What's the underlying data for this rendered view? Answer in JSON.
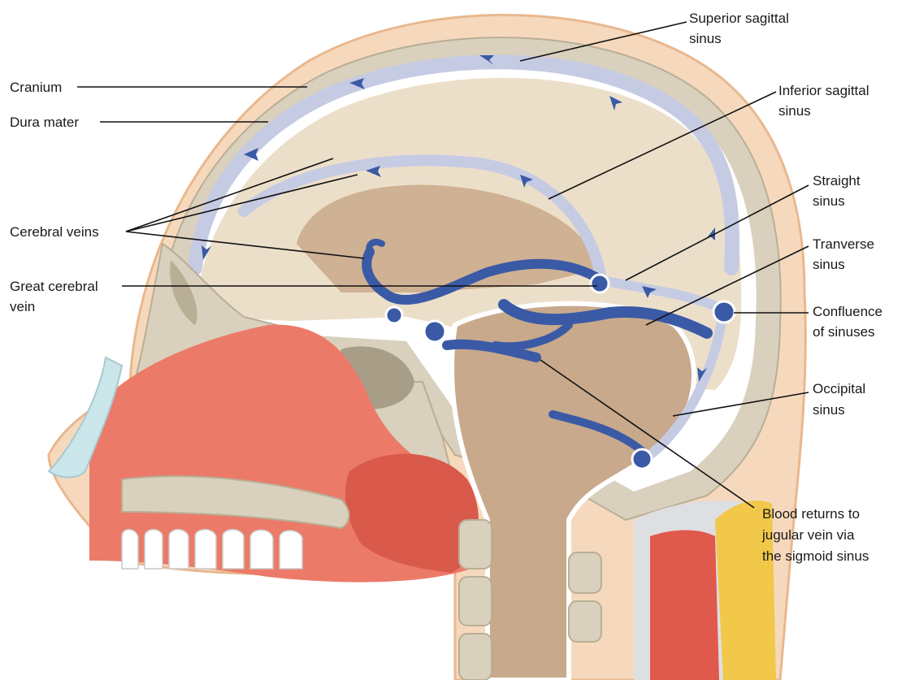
{
  "labels": {
    "cranium": "Cranium",
    "dura_mater": "Dura mater",
    "cerebral_veins": "Cerebral veins",
    "great_cerebral_vein": [
      "Great cerebral",
      "vein"
    ],
    "superior_sagittal_sinus": [
      "Superior sagittal",
      "sinus"
    ],
    "inferior_sagittal_sinus": [
      "Inferior sagittal",
      "sinus"
    ],
    "straight_sinus": [
      "Straight",
      "sinus"
    ],
    "transverse_sinus": [
      "Tranverse",
      "sinus"
    ],
    "confluence_of_sinuses": [
      "Confluence",
      "of sinuses"
    ],
    "occipital_sinus": [
      "Occipital",
      "sinus"
    ],
    "blood_returns": [
      "Blood returns to",
      "jugular vein via",
      "the sigmoid sinus"
    ]
  },
  "colors": {
    "skin": "#f3c9a6",
    "bone": "#d9d0bd",
    "bone_inner": "#b9ae96",
    "dura": "#ffffff",
    "brain": "#e8d9c3",
    "brain_deep": "#c8a98c",
    "sinus_light": "#c6cbe4",
    "vein_blue": "#3a5aa6",
    "muscle_red": "#e0594d",
    "oral_red": "#ec7a68",
    "tooth": "#ffffff"
  }
}
